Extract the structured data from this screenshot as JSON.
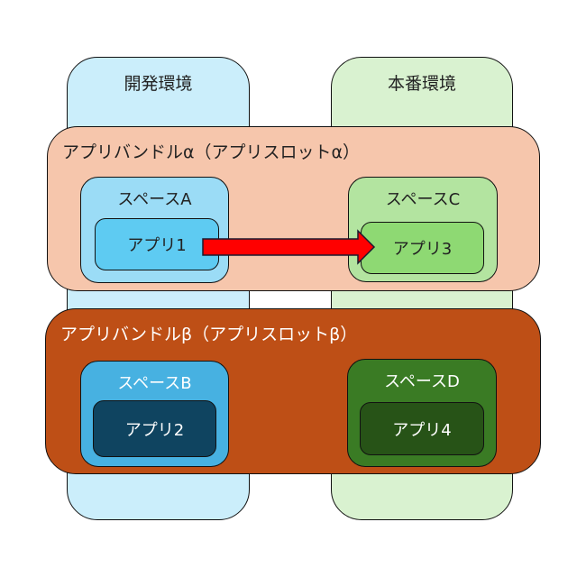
{
  "environments": [
    {
      "label": "開発環境",
      "color": "#cbeefb"
    },
    {
      "label": "本番環境",
      "color": "#d9f2d0"
    }
  ],
  "bundles": [
    {
      "label": "アプリバンドルα（アプリスロットα）",
      "color": "#f6c6ac",
      "text_color": "#222222"
    },
    {
      "label": "アプリバンドルβ（アプリスロットβ）",
      "color": "#be4f16",
      "text_color": "#ffffff"
    }
  ],
  "spaces": [
    {
      "label": "スペースA",
      "color": "#9bdcf6",
      "text_color": "#222222",
      "app": {
        "label": "アプリ1",
        "color": "#5ecbf2",
        "text_color": "#222222"
      }
    },
    {
      "label": "スペースC",
      "color": "#b3e4a0",
      "text_color": "#222222",
      "app": {
        "label": "アプリ3",
        "color": "#8ed973",
        "text_color": "#222222"
      }
    },
    {
      "label": "スペースB",
      "color": "#47b1e1",
      "text_color": "#ffffff",
      "app": {
        "label": "アプリ2",
        "color": "#0f4460",
        "text_color": "#ffffff"
      }
    },
    {
      "label": "スペースD",
      "color": "#3a7b24",
      "text_color": "#ffffff",
      "app": {
        "label": "アプリ4",
        "color": "#275317",
        "text_color": "#ffffff"
      }
    }
  ],
  "arrow": {
    "from": "アプリ1",
    "to": "アプリ3",
    "color": "#ff0000"
  }
}
